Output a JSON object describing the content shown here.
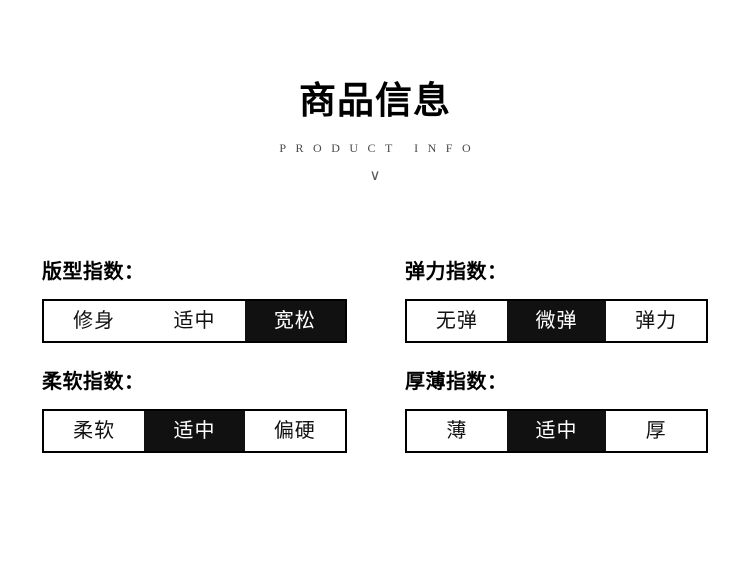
{
  "header": {
    "title": "商品信息",
    "subtitle": "PRODUCT INFO",
    "chevron": "∨"
  },
  "specs": [
    {
      "label": "版型指数：",
      "options": [
        {
          "text": "修身",
          "selected": false
        },
        {
          "text": "适中",
          "selected": false
        },
        {
          "text": "宽松",
          "selected": true
        }
      ]
    },
    {
      "label": "弹力指数：",
      "options": [
        {
          "text": "无弹",
          "selected": false
        },
        {
          "text": "微弹",
          "selected": true
        },
        {
          "text": "弹力",
          "selected": false
        }
      ]
    },
    {
      "label": "柔软指数：",
      "options": [
        {
          "text": "柔软",
          "selected": false
        },
        {
          "text": "适中",
          "selected": true
        },
        {
          "text": "偏硬",
          "selected": false
        }
      ]
    },
    {
      "label": "厚薄指数：",
      "options": [
        {
          "text": "薄",
          "selected": false
        },
        {
          "text": "适中",
          "selected": true
        },
        {
          "text": "厚",
          "selected": false
        }
      ]
    }
  ],
  "colors": {
    "selected_bg": "#111111",
    "selected_text": "#ffffff",
    "border": "#000000",
    "page_bg": "#ffffff"
  }
}
